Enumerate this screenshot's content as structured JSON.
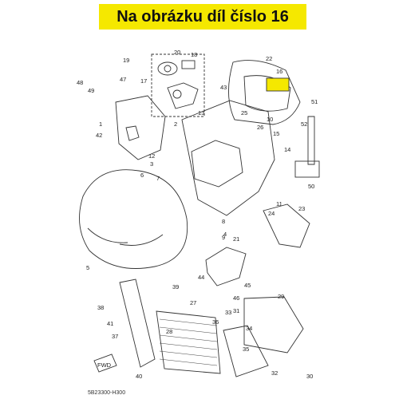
{
  "header": {
    "title": "Na obrázku díl číslo 16"
  },
  "diagram": {
    "code": "5B23300-H300",
    "fwd": "FWD",
    "labels": [
      "1",
      "2",
      "3",
      "4",
      "5",
      "6",
      "7",
      "8",
      "9",
      "10",
      "11",
      "12",
      "13",
      "14",
      "15",
      "16",
      "17",
      "18",
      "19",
      "20",
      "21",
      "22",
      "23",
      "24",
      "25",
      "26",
      "27",
      "28",
      "29",
      "30",
      "31",
      "32",
      "33",
      "34",
      "35",
      "36",
      "37",
      "38",
      "39",
      "40",
      "41",
      "42",
      "43",
      "44",
      "45",
      "46",
      "47",
      "48",
      "49",
      "50",
      "51",
      "52"
    ]
  },
  "colors": {
    "highlight": "#f5e800"
  }
}
